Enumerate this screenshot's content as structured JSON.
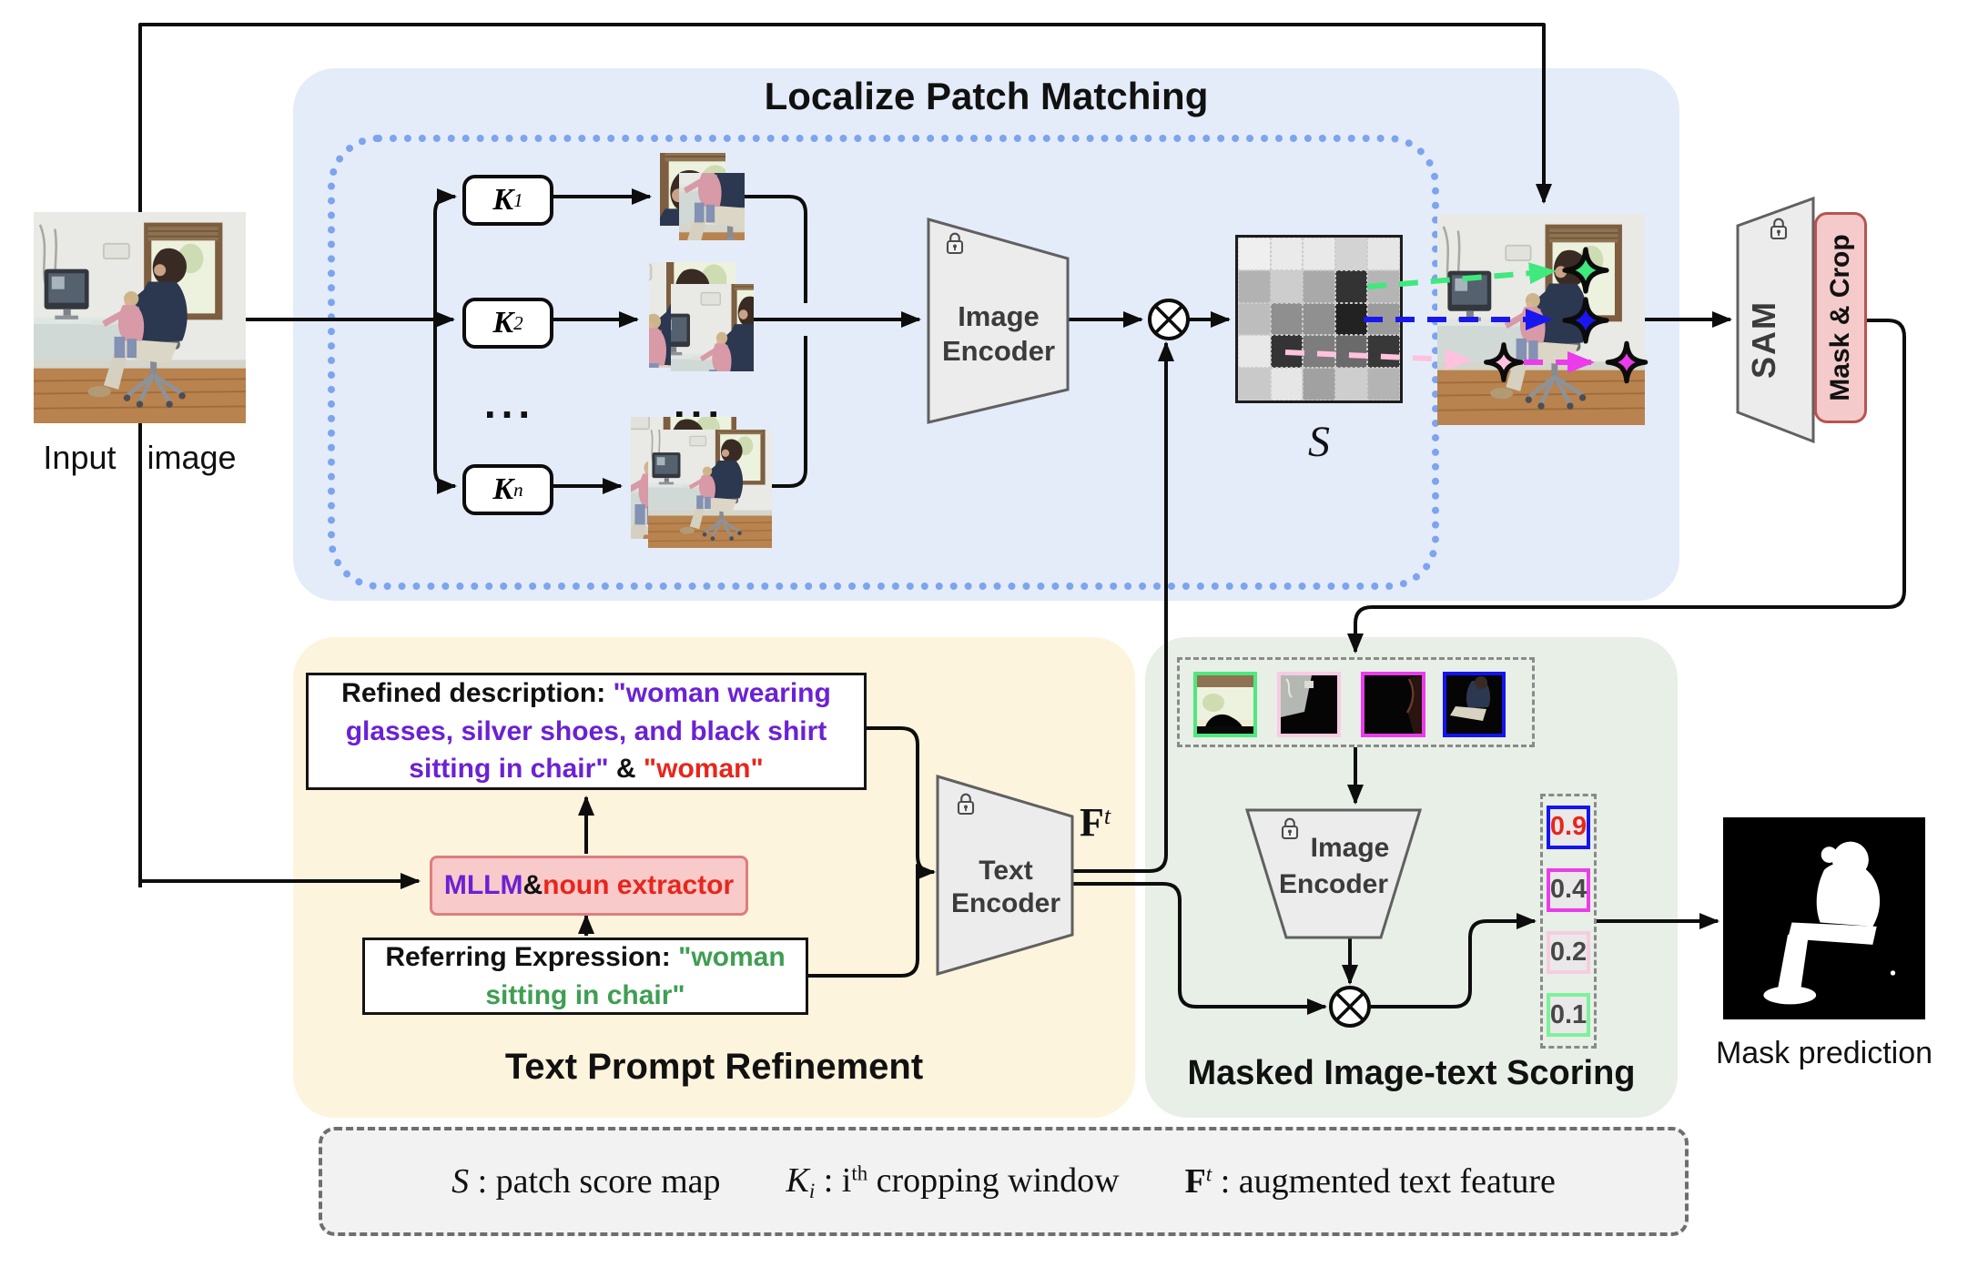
{
  "input": {
    "label_left": "Input",
    "label_right": "image"
  },
  "localize": {
    "title": "Localize Patch Matching",
    "windows": [
      {
        "sym": "K",
        "sub": "1"
      },
      {
        "sym": "K",
        "sub": "2"
      },
      {
        "sym": "K",
        "sub": "n"
      }
    ],
    "dots": "...",
    "image_encoder": {
      "line1": "Image",
      "line2": "Encoder"
    },
    "score_map_label": "S",
    "score_cells": [
      [
        "#efefef",
        "#eaeaea",
        "#e9e9e9",
        "#d3d3d3",
        "#e6e6e6"
      ],
      [
        "#b2b2b2",
        "#cdcdcd",
        "#a9a9a9",
        "#333333",
        "#b5b5b5"
      ],
      [
        "#bdbdbd",
        "#8f8f8f",
        "#909090",
        "#222222",
        "#9b9b9b"
      ],
      [
        "#e8e8e8",
        "#343434",
        "#7d7d7d",
        "#6a6a6a",
        "#383838"
      ],
      [
        "#c9c9c9",
        "#e6e6e6",
        "#a1a1a1",
        "#cecece",
        "#b4b4b4"
      ]
    ],
    "sam_label": "SAM",
    "mask_crop_label": "Mask & Crop"
  },
  "refine": {
    "title": "Text Prompt Refinement",
    "refined_prefix": "Refined description: ",
    "refined_purple": "\"woman wearing glasses, silver shoes, and black shirt sitting in chair\"",
    "refined_amp": " & ",
    "refined_red": "\"woman\"",
    "mllm_purple": "MLLM",
    "mllm_amp": " & ",
    "mllm_red": "noun extractor",
    "referring_prefix": "Referring Expression: ",
    "referring_green": "\"woman sitting in chair\"",
    "text_encoder": {
      "line1": "Text",
      "line2": "Encoder"
    },
    "ft_base": "F",
    "ft_sup": "t"
  },
  "scoring": {
    "title": "Masked Image-text Scoring",
    "image_encoder": {
      "line1": "Image",
      "line2": "Encoder"
    },
    "crops": [
      {
        "name": "window-head-mask",
        "border": "#4fe87f"
      },
      {
        "name": "wall-mask",
        "border": "#f7cce2"
      },
      {
        "name": "chair-mask",
        "border": "#ea3cea"
      },
      {
        "name": "person-mask",
        "border": "#1414ee"
      }
    ],
    "scores": [
      {
        "value": "0.9",
        "border": "#1414ee",
        "color": "#e8251c"
      },
      {
        "value": "0.4",
        "border": "#ea3cea",
        "color": "#474747"
      },
      {
        "value": "0.2",
        "border": "#f7cce2",
        "color": "#474747"
      },
      {
        "value": "0.1",
        "border": "#7df29a",
        "color": "#474747"
      }
    ]
  },
  "mask_pred_label": "Mask prediction",
  "legend": {
    "item1": {
      "sym": "S",
      "rest": " : patch score map"
    },
    "item2": {
      "sym": "K",
      "sub": "i",
      "mid": " : i",
      "sup": "th",
      "rest": " cropping window"
    },
    "item3": {
      "sym": "F",
      "sup": "t",
      "rest": " : augmented text feature"
    }
  },
  "colors": {
    "panel_blue": "#e4ecfa",
    "panel_yellow": "#fcf4dc",
    "panel_green": "#e7efe7",
    "purple_text": "#6b21d4",
    "red_text": "#e8251c",
    "green_text": "#3f9e52",
    "star_green": "#3fe97d",
    "star_blue": "#1a17ee",
    "star_pink": "#ffc2de",
    "star_magenta": "#ea3cea",
    "mask_crop_fill": "#f4caca",
    "mask_crop_border": "#b85450"
  }
}
